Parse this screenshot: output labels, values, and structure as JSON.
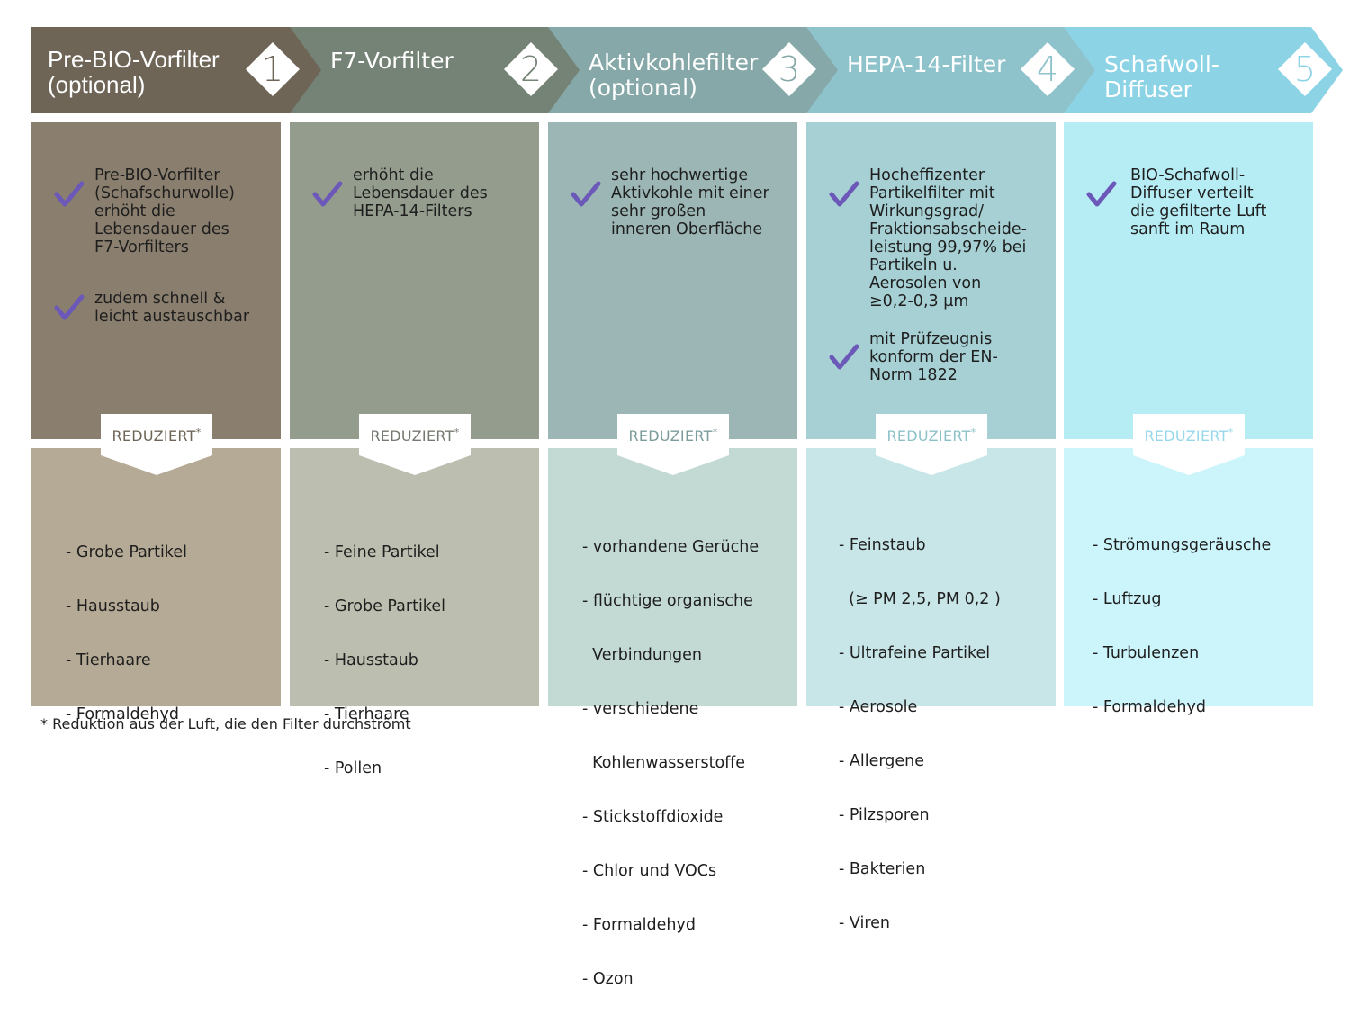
{
  "columns": [
    {
      "header_title": "Pre-BIO-Vorfilter\n(optional)",
      "number": "1",
      "header_color": "#6e6557",
      "number_color": "#6e6557",
      "top_color": "#8a7f6e",
      "bottom_color": "#b5aa95",
      "bullets": [
        "Pre-BIO-Vorfilter\n(Schafschurwolle)\nerhöht die\nLebensdauer des\nF7-Vorfilters",
        "zudem schnell &\nleicht austauschbar"
      ],
      "badge_label": "REDUZIERT",
      "badge_mark": "*",
      "badge_color": "#6e6557",
      "reduces": [
        "- Grobe Partikel",
        "- Hausstaub",
        "- Tierhaare",
        "- Formaldehyd"
      ]
    },
    {
      "header_title": "F7-Vorfilter",
      "number": "2",
      "header_color": "#748375",
      "number_color": "#748375",
      "top_color": "#949c8e",
      "bottom_color": "#bcbfaf",
      "bullets": [
        "erhöht die\nLebensdauer des\nHEPA-14-Filters"
      ],
      "badge_label": "REDUZIERT",
      "badge_mark": "*",
      "badge_color": "#747a70",
      "reduces": [
        "- Feine Partikel",
        "- Grobe Partikel",
        "- Hausstaub",
        "- Tierhaare",
        "- Pollen"
      ]
    },
    {
      "header_title": "Aktivkohlefilter\n(optional)",
      "number": "3",
      "header_color": "#86a8a8",
      "number_color": "#86a8a8",
      "top_color": "#9bb6b4",
      "bottom_color": "#c3d9d4",
      "bullets": [
        "sehr hochwertige\nAktivkohle mit einer\nsehr großen\ninneren Oberfläche"
      ],
      "badge_label": "REDUZIERT",
      "badge_mark": "*",
      "badge_color": "#7c9c9c",
      "reduces": [
        "- vorhandene Gerüche",
        "- flüchtige organische",
        "  Verbindungen",
        "- verschiedene",
        "  Kohlenwasserstoffe",
        "- Stickstoffdioxide",
        "- Chlor und VOCs",
        "- Formaldehyd",
        "- Ozon"
      ]
    },
    {
      "header_title": "HEPA-14-Filter",
      "number": "4",
      "header_color": "#8ec3cc",
      "number_color": "#8ec3cc",
      "top_color": "#a6d0d4",
      "bottom_color": "#c8e6e8",
      "bullets": [
        "Hocheffizenter\nPartikelfilter mit\nWirkungsgrad/\nFraktionsabscheide-\nleistung 99,97% bei\nPartikeln u.\nAerosolen von\n≥0,2-0,3 µm",
        "mit Prüfzeugnis\nkonform der EN-\nNorm 1822"
      ],
      "badge_label": "REDUZIERT",
      "badge_mark": "*",
      "badge_color": "#8cc1c8",
      "reduces": [
        "- Feinstaub",
        "  (≥ PM 2,5, PM 0,2 )",
        "- Ultrafeine Partikel",
        "- Aerosole",
        "- Allergene",
        "- Pilzsporen",
        "- Bakterien",
        "- Viren"
      ]
    },
    {
      "header_title": "Schafwoll-\nDiffuser",
      "number": "5",
      "header_color": "#8dd3e6",
      "number_color": "#8dd3e6",
      "top_color": "#b6ecf4",
      "bottom_color": "#cbf4fb",
      "bullets": [
        "BIO-Schafwoll-\nDiffuser verteilt\ndie gefilterte Luft\nsanft im Raum"
      ],
      "badge_label": "REDUZIERT",
      "badge_mark": "*",
      "badge_color": "#96d8ea",
      "reduces": [
        "- Strömungsgeräusche",
        "- Luftzug",
        "- Turbulenzen",
        "- Formaldehyd"
      ]
    }
  ],
  "check_color": "#6b58b8",
  "footnote": "* Reduktion aus der Luft, die den Filter durchströmt"
}
